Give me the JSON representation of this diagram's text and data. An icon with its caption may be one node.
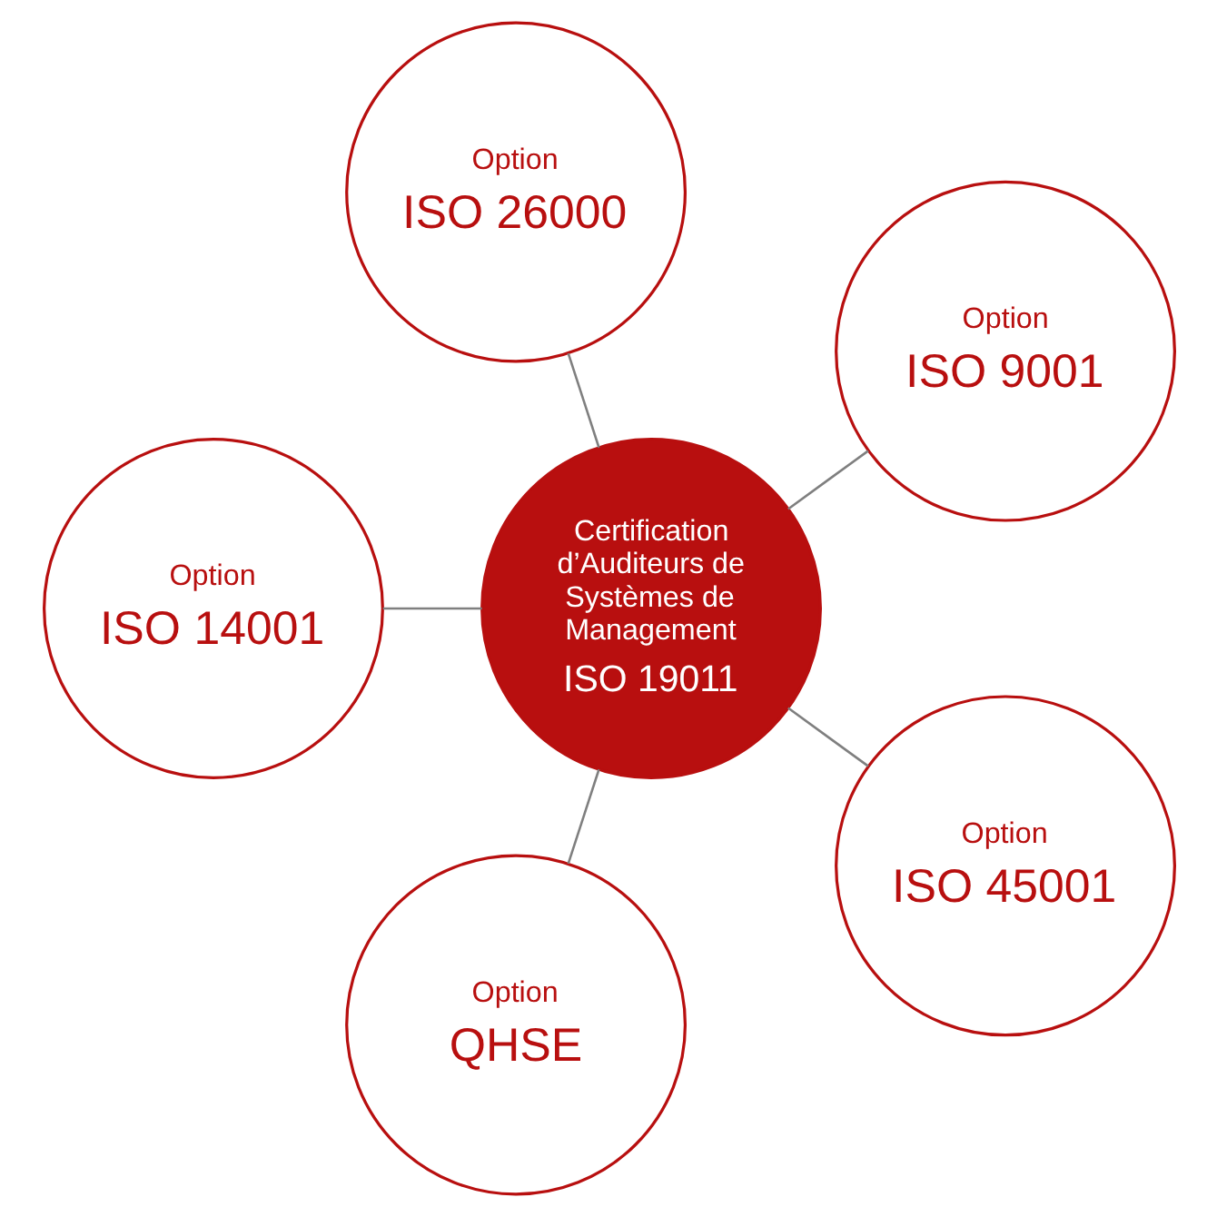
{
  "diagram": {
    "nodes": [
      {
        "text": [
          "Option",
          "ISO 9001"
        ]
      },
      {
        "text": [
          "Option",
          "ISO 26000"
        ]
      },
      {
        "text": [
          "Certification d’Auditeurs de Systèmes de Management",
          "ISO 19011"
        ]
      },
      {
        "text": [
          "Option",
          "ISO 14001"
        ]
      },
      {
        "text": [
          "Option",
          "QHSE"
        ]
      },
      {
        "text": [
          "Option",
          "ISO 45001"
        ]
      }
    ],
    "edges": [
      {
        "from": 2,
        "to": 0,
        "arrow": "none"
      },
      {
        "from": 2,
        "to": 3,
        "arrow": "none"
      },
      {
        "from": 2,
        "to": 5,
        "arrow": "none"
      },
      {
        "from": 2,
        "to": 4,
        "arrow": "none"
      },
      {
        "from": 2,
        "to": 1,
        "arrow": "none"
      }
    ]
  }
}
